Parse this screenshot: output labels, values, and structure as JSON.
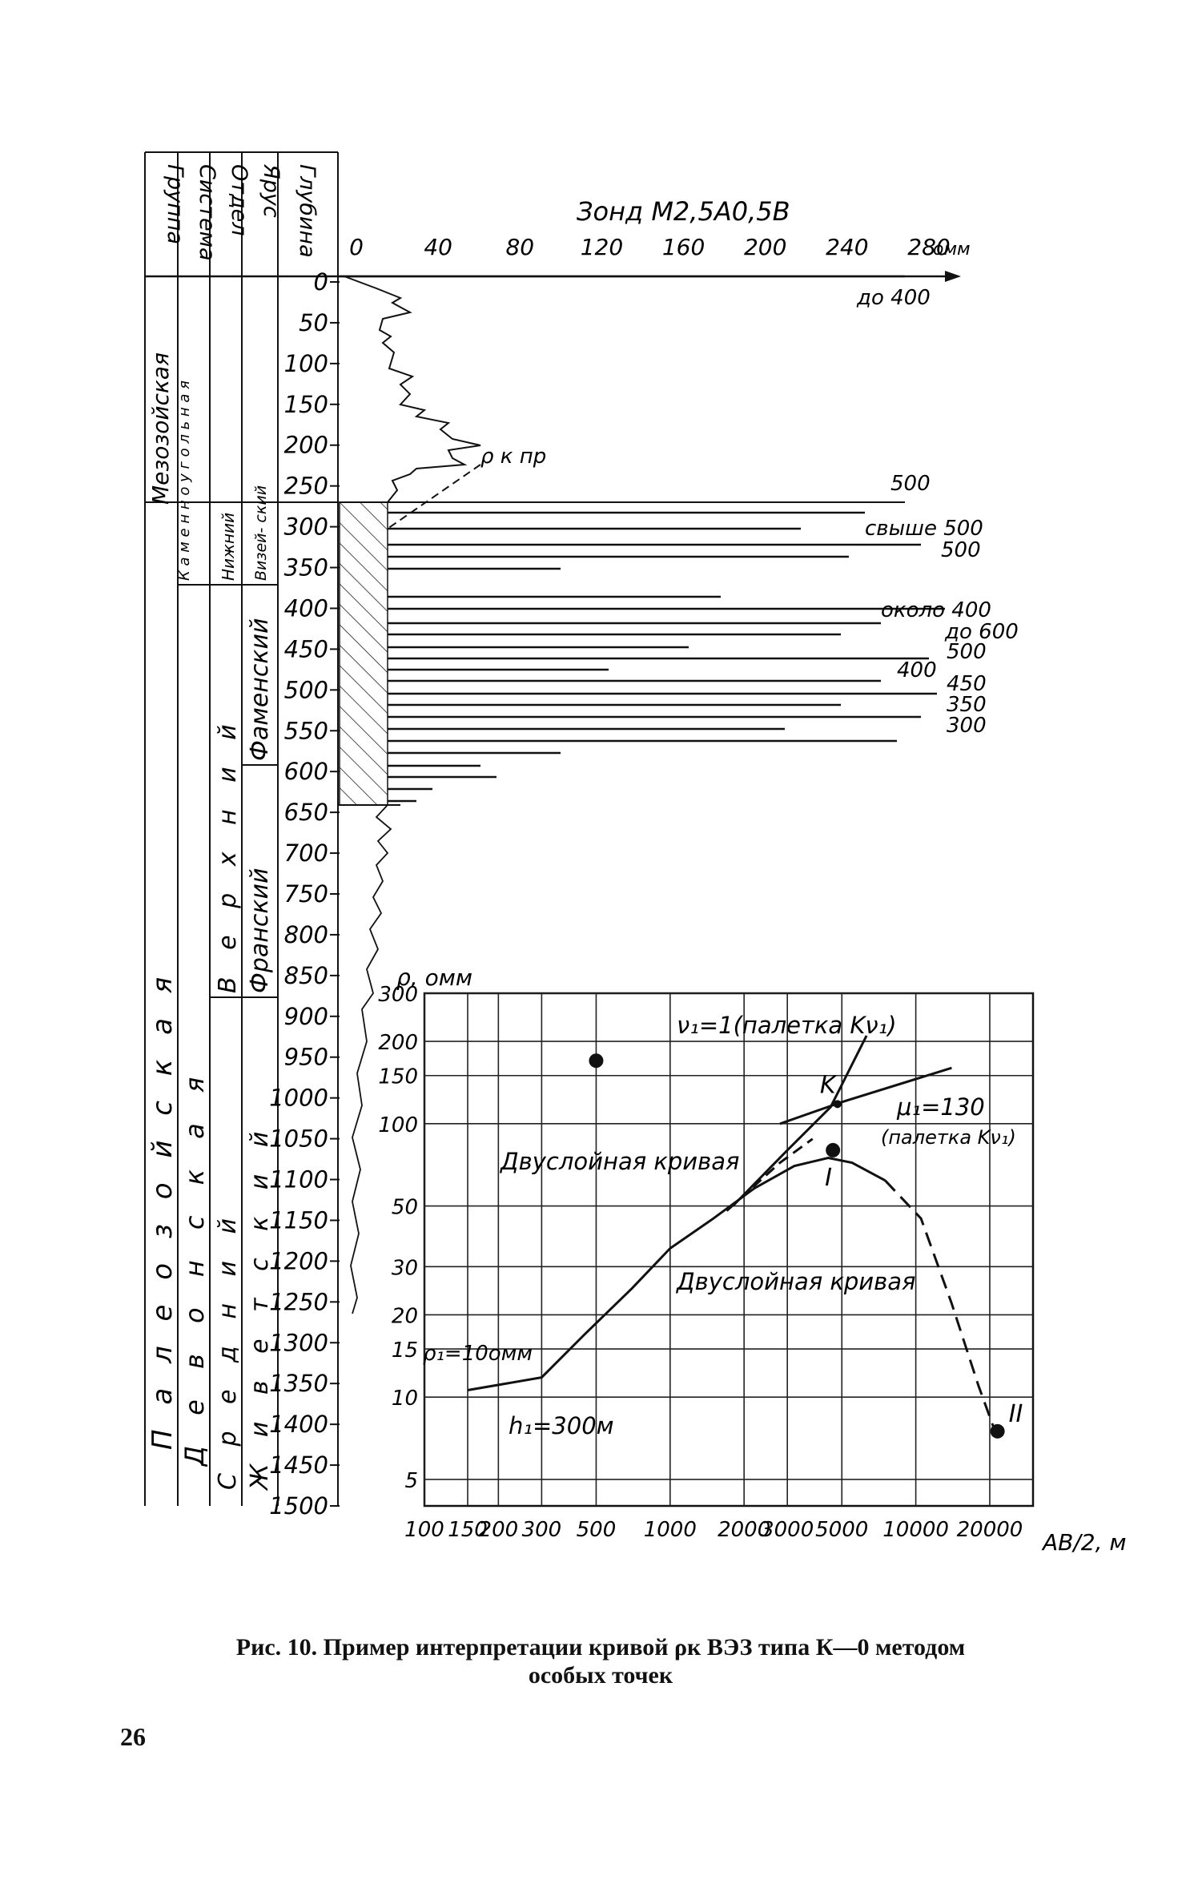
{
  "column_headers": [
    "Группа",
    "Система",
    "Отдел",
    "Ярус",
    "Глубина"
  ],
  "strat": {
    "group": "П а л е о з о й с к а я",
    "group_upper": "Мезозойская",
    "system": "Д е в о н с к а я",
    "system_upper": "К а м е н н о у г о л ь н а я",
    "dept_upper": "Нижний",
    "dept_mid": "В е р х н и й",
    "dept_low": "С р е д н и й",
    "stage_1": "Визей- ский",
    "stage_2": "Фаменский",
    "stage_3": "Франский",
    "stage_4": "Ж и в е т с к и й"
  },
  "log": {
    "probe_label": "Зонд М2,5А0,5В",
    "x_ticks": [
      "0",
      "40",
      "80",
      "120",
      "160",
      "200",
      "240",
      "280"
    ],
    "x_unit": "омм",
    "depth_ticks": [
      "0",
      "50",
      "100",
      "150",
      "200",
      "250",
      "300",
      "350",
      "400",
      "450",
      "500",
      "550",
      "600",
      "650",
      "700",
      "750",
      "800",
      "850",
      "900",
      "950",
      "1000",
      "1050",
      "1100",
      "1150",
      "1200",
      "1250",
      "1300",
      "1350",
      "1400",
      "1450",
      "1500"
    ],
    "rho_label": "ρ к пр",
    "annotations": [
      "до 400",
      "500",
      "свыше 500",
      "500",
      "около 400",
      "до 600",
      "500",
      "400",
      "450",
      "350",
      "300"
    ]
  },
  "chart_data": {
    "type": "line",
    "title": "",
    "ylabel": "ρ, омм",
    "xlabel": "AB/2, м",
    "x_scale": "log",
    "y_scale": "log",
    "x_ticks": [
      100,
      150,
      200,
      300,
      500,
      1000,
      2000,
      3000,
      5000,
      10000,
      20000
    ],
    "y_ticks": [
      5,
      10,
      15,
      20,
      30,
      50,
      100,
      150,
      200,
      300
    ],
    "xlim": [
      100,
      30000
    ],
    "ylim": [
      4,
      300
    ],
    "series": [
      {
        "x": [
          150,
          300,
          450,
          700,
          1000,
          1500,
          2200,
          3200,
          4400,
          5500,
          7500,
          10500,
          14000,
          18000,
          21000
        ],
        "y": [
          10.6,
          11.8,
          17,
          25,
          35,
          45,
          58,
          70,
          75,
          72,
          62,
          45,
          22,
          11,
          7.5
        ]
      },
      {
        "x": [
          2800,
          5000,
          14000
        ],
        "y": [
          100,
          120,
          160
        ]
      },
      {
        "x": [
          1800,
          3000,
          4500,
          6300
        ],
        "y": [
          50,
          80,
          115,
          210
        ]
      },
      {
        "x": [
          1700,
          2800,
          3800
        ],
        "y": [
          48,
          72,
          88
        ]
      }
    ],
    "points": [
      {
        "x": 500,
        "y": 170
      },
      {
        "x": 4600,
        "y": 80,
        "label": "I"
      },
      {
        "x": 4800,
        "y": 118,
        "label": "K"
      },
      {
        "x": 21500,
        "y": 7.5,
        "label": "II"
      }
    ],
    "annotations": [
      "ν₁=1(палетка Kν₁)",
      "μ₁=130",
      "(палетка Kν₁)",
      "Двуслойная кривая",
      "Двуслойная кривая",
      "ρ₁=10омм",
      "h₁=300м"
    ]
  },
  "caption": {
    "line1": "Рис. 10. Пример интерпретации кривой ρк ВЭЗ типа К—0 методом",
    "line2": "особых точек"
  },
  "page_number": "26"
}
